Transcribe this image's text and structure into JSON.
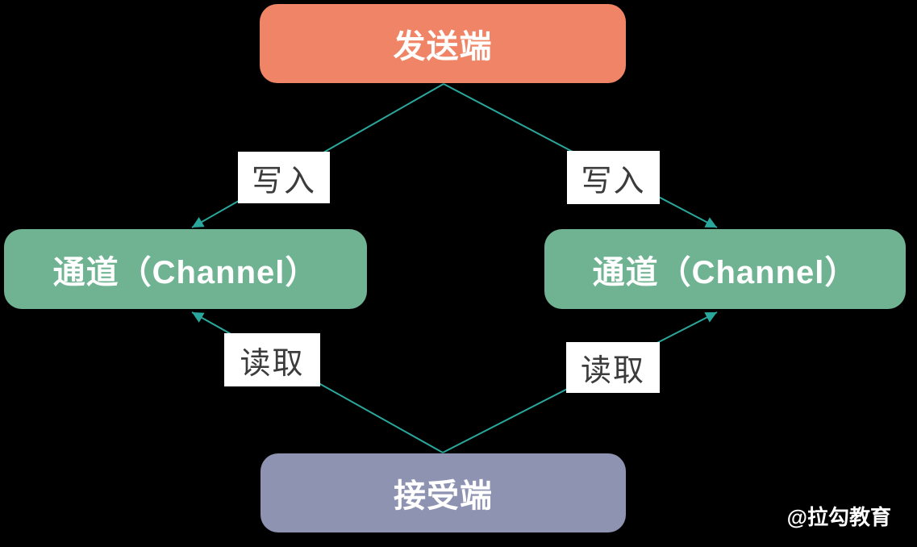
{
  "diagram": {
    "nodes": {
      "sender": {
        "label": "发送端"
      },
      "channel_left": {
        "label": "通道（Channel）"
      },
      "channel_right": {
        "label": "通道（Channel）"
      },
      "receiver": {
        "label": "接受端"
      }
    },
    "edges": {
      "write_left": {
        "label": "写入"
      },
      "write_right": {
        "label": "写入"
      },
      "read_left": {
        "label": "读取"
      },
      "read_right": {
        "label": "读取"
      }
    },
    "watermark": "@拉勾教育"
  },
  "colors": {
    "background": "#000000",
    "sender_fill": "#EF8566",
    "channel_fill": "#70B392",
    "receiver_fill": "#8E93B1",
    "connector": "#2AA79C",
    "edge_label_bg": "#FFFFFF",
    "edge_label_text": "#3C3C3C",
    "node_text": "#FFFFFF",
    "watermark_text": "#FFFFFF"
  }
}
